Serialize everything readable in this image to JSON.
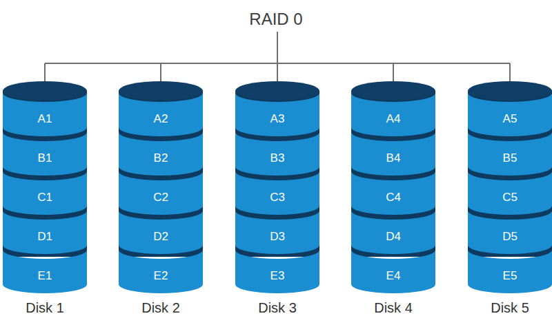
{
  "diagram": {
    "title": "RAID 0",
    "nodes": [
      {
        "text": [
          "Disk 1"
        ]
      },
      {
        "text": [
          "A1"
        ],
        "in": 0
      },
      {
        "text": [
          "B1"
        ],
        "in": 0
      },
      {
        "text": [
          "C1"
        ],
        "in": 0
      },
      {
        "text": [
          "D1"
        ],
        "in": 0
      },
      {
        "text": [
          "E1"
        ],
        "in": 0
      },
      {
        "text": [
          "Disk 2"
        ]
      },
      {
        "text": [
          "A2"
        ],
        "in": 6
      },
      {
        "text": [
          "B2"
        ],
        "in": 6
      },
      {
        "text": [
          "C2"
        ],
        "in": 6
      },
      {
        "text": [
          "D2"
        ],
        "in": 6
      },
      {
        "text": [
          "E2"
        ],
        "in": 6
      },
      {
        "text": [
          "Disk 3"
        ]
      },
      {
        "text": [
          "A3"
        ],
        "in": 12
      },
      {
        "text": [
          "B3"
        ],
        "in": 12
      },
      {
        "text": [
          "C3"
        ],
        "in": 12
      },
      {
        "text": [
          "D3"
        ],
        "in": 12
      },
      {
        "text": [
          "E3"
        ],
        "in": 12
      },
      {
        "text": [
          "Disk 4"
        ]
      },
      {
        "text": [
          "A4"
        ],
        "in": 18
      },
      {
        "text": [
          "B4"
        ],
        "in": 18
      },
      {
        "text": [
          "C4"
        ],
        "in": 18
      },
      {
        "text": [
          "D4"
        ],
        "in": 18
      },
      {
        "text": [
          "E4"
        ],
        "in": 18
      },
      {
        "text": [
          "Disk 5"
        ]
      },
      {
        "text": [
          "A5"
        ],
        "in": 24
      },
      {
        "text": [
          "B5"
        ],
        "in": 24
      },
      {
        "text": [
          "C5"
        ],
        "in": 24
      },
      {
        "text": [
          "D5"
        ],
        "in": 24
      },
      {
        "text": [
          "E5"
        ],
        "in": 24
      }
    ]
  }
}
